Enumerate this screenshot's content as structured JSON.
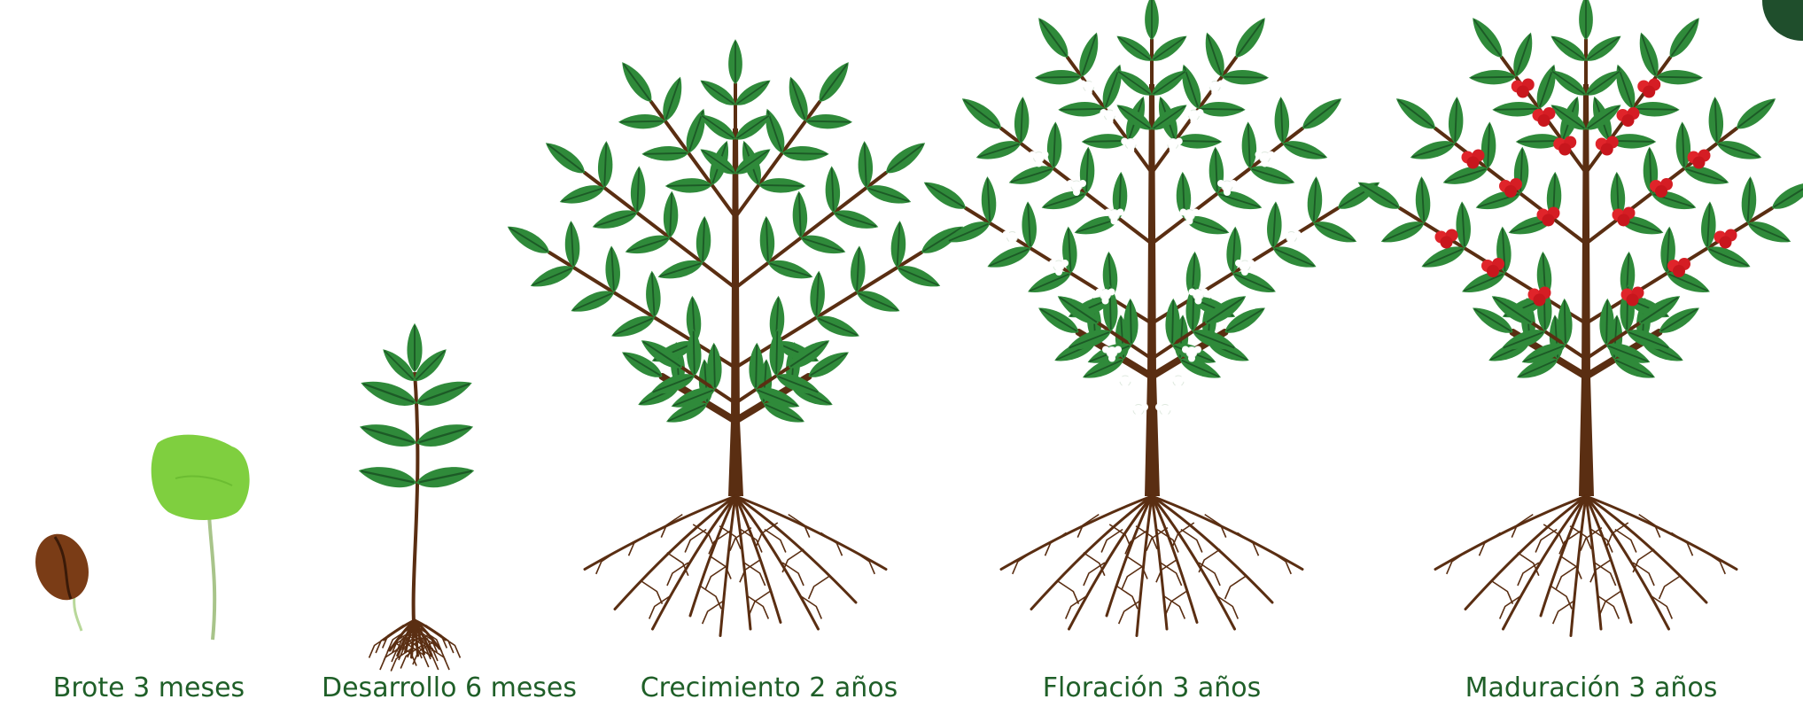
{
  "stages": [
    {
      "label": "Brote 3 meses"
    },
    {
      "label": "Desarrollo 6 meses"
    },
    {
      "label": "Crecimiento 2 años"
    },
    {
      "label": "Floración 3 años"
    },
    {
      "label": "Maduración 3 años"
    }
  ],
  "colors": {
    "label": "#1f5f28",
    "leaf": "#2f8a3a",
    "leaf_vein": "#1c5a26",
    "trunk": "#5a2e12",
    "root": "#5a2e12",
    "bean": "#7a3c16",
    "sprout": "#7fcf3f",
    "flower": "#ffffff",
    "cherry": "#e0242a",
    "badge": "#1f4e2c"
  }
}
